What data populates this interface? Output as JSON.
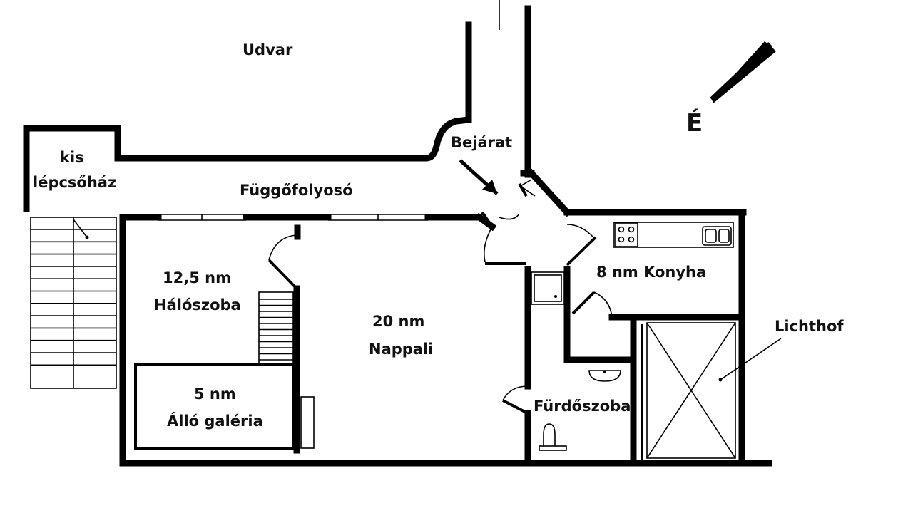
{
  "labels": {
    "udvar": "Udvar",
    "kis": "kis",
    "lepcsohaz": "lépcsőház",
    "fuggofolyoso": "Függőfolyosó",
    "bejarat": "Bejárat",
    "north": "É",
    "bedroom_area": "12,5 nm",
    "bedroom_name": "Hálószoba",
    "living_area": "20 nm",
    "living_name": "Nappali",
    "gallery_area": "5 nm",
    "gallery_name": "Álló galéria",
    "kitchen": "8 nm Konyha",
    "bathroom": "Fürdőszoba",
    "lichthof": "Lichthof"
  }
}
